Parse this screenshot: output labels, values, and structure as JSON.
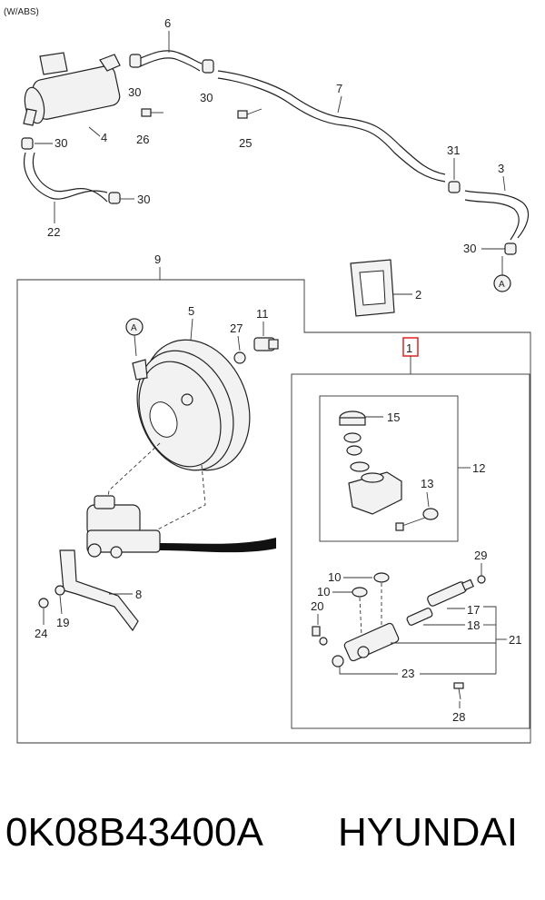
{
  "variant_label": "(W/ABS)",
  "part_number": "0K08B43400A",
  "brand": "HYUNDAI",
  "reference_marker": "A",
  "highlight_color": "#e0312e",
  "callouts": {
    "c1": "1",
    "c2": "2",
    "c3": "3",
    "c4": "4",
    "c5": "5",
    "c6": "6",
    "c7": "7",
    "c8": "8",
    "c9": "9",
    "c10a": "10",
    "c10b": "10",
    "c11": "11",
    "c12": "12",
    "c13": "13",
    "c15": "15",
    "c17": "17",
    "c18": "18",
    "c19": "19",
    "c20": "20",
    "c21": "21",
    "c22": "22",
    "c23": "23",
    "c24": "24",
    "c25": "25",
    "c26": "26",
    "c27": "27",
    "c28": "28",
    "c29": "29",
    "c30a": "30",
    "c30b": "30",
    "c30c": "30",
    "c30d": "30",
    "c30e": "30",
    "c31": "31"
  }
}
